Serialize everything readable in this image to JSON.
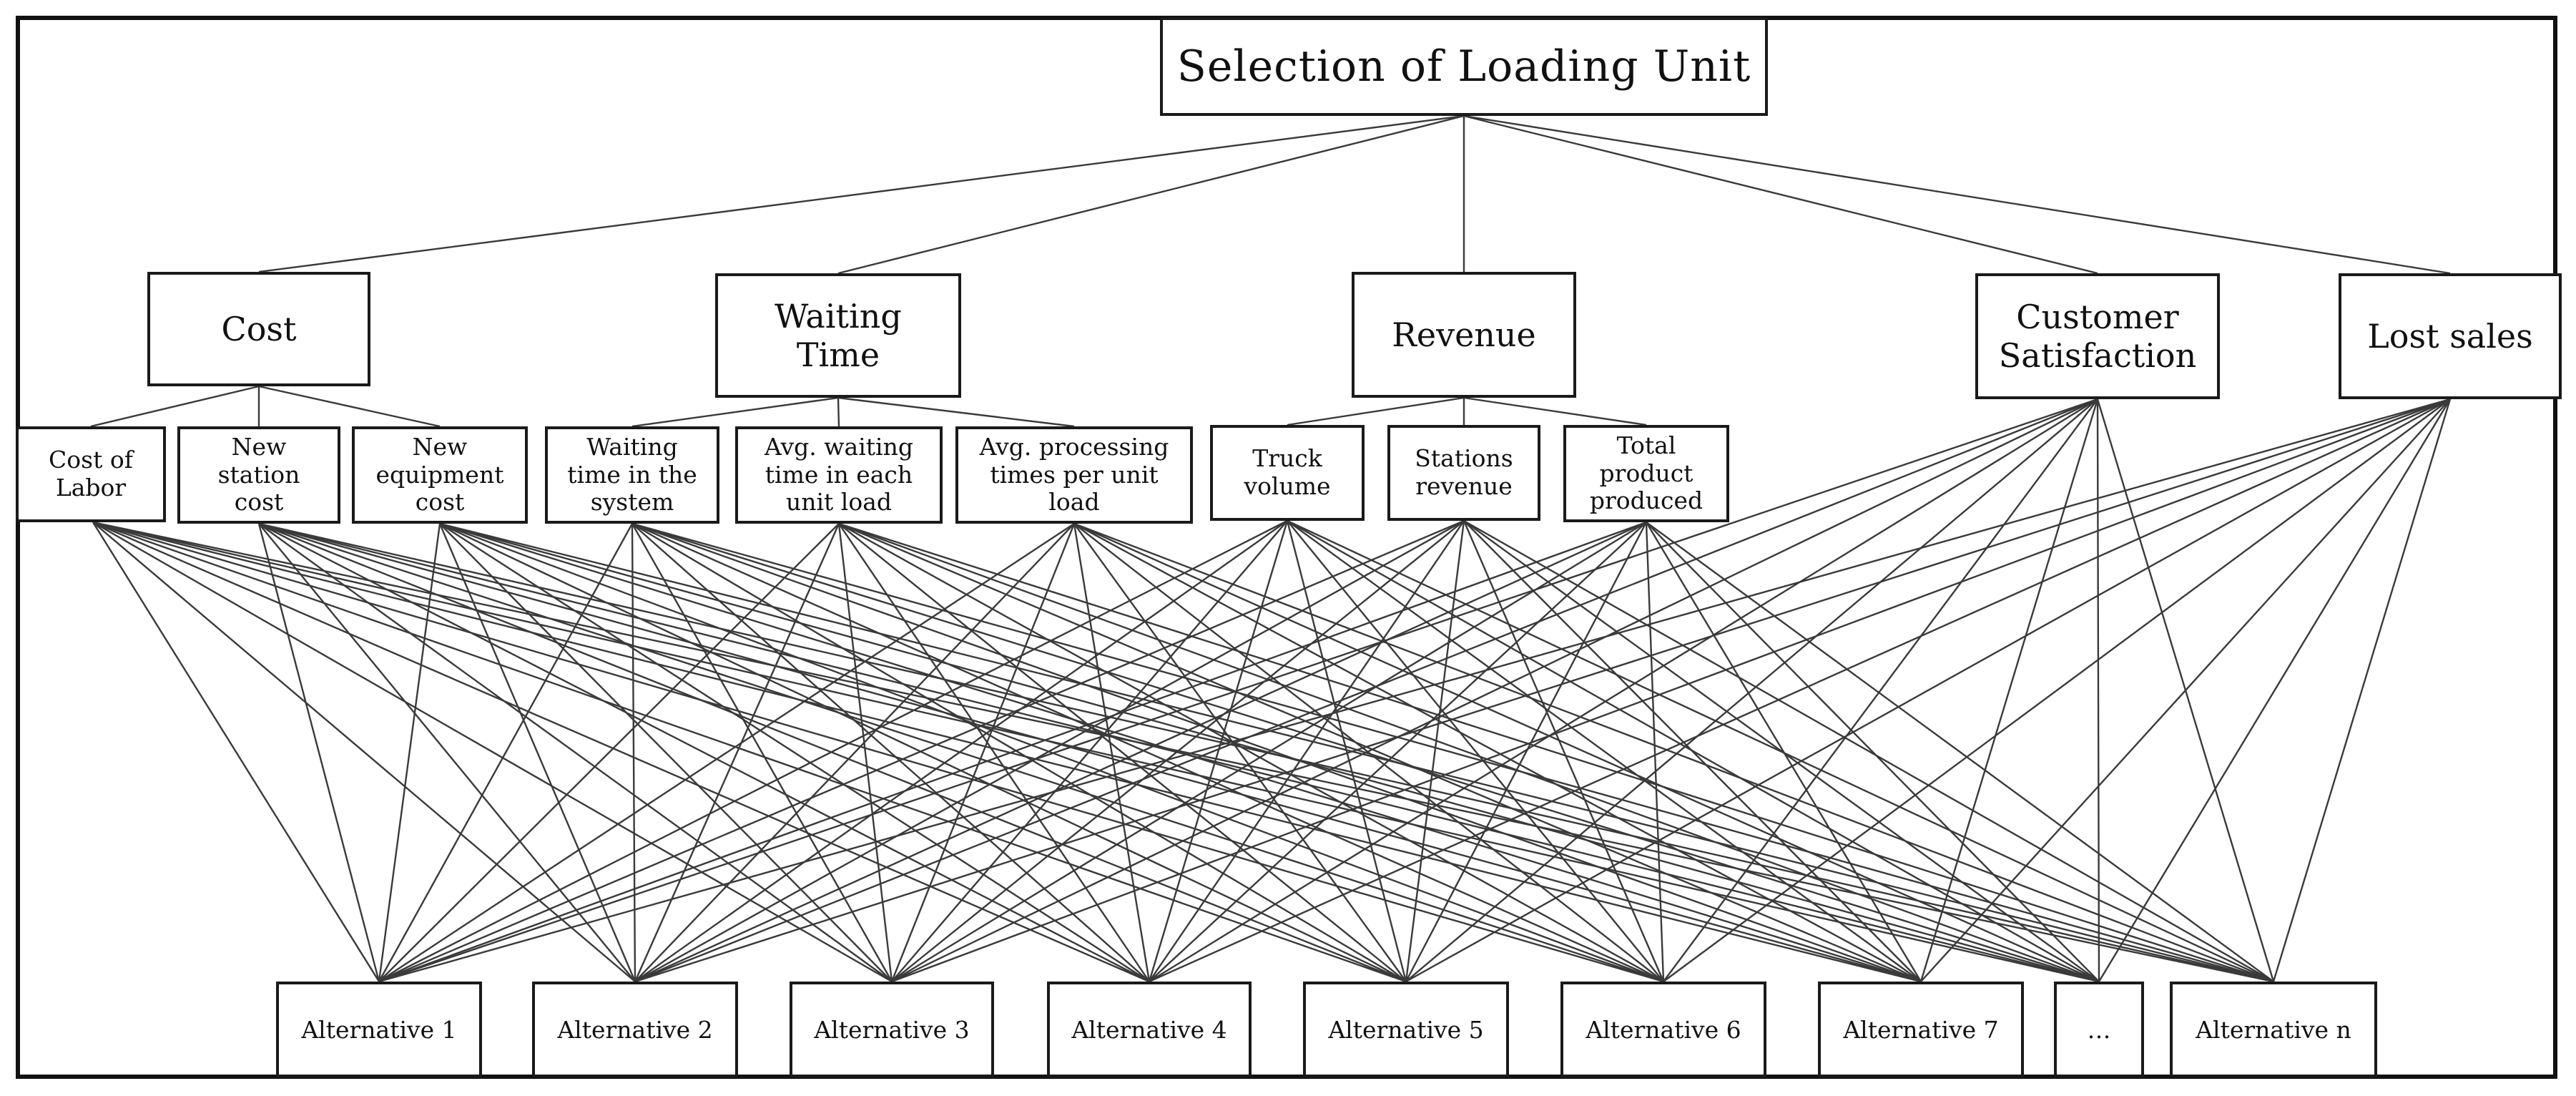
{
  "goal": "Selection of Loading Unit",
  "criteria": [
    {
      "label": "Cost"
    },
    {
      "label": "Waiting\nTime"
    },
    {
      "label": "Revenue"
    },
    {
      "label": "Customer\nSatisfaction"
    },
    {
      "label": "Lost sales"
    }
  ],
  "subcriteria": [
    {
      "label": "Cost of\nLabor"
    },
    {
      "label": "New\nstation\ncost"
    },
    {
      "label": "New\nequipment\ncost"
    },
    {
      "label": "Waiting\ntime in the\nsystem"
    },
    {
      "label": "Avg. waiting\ntime in each\nunit load"
    },
    {
      "label": "Avg. processing\ntimes per unit\nload"
    },
    {
      "label": "Truck\nvolume"
    },
    {
      "label": "Stations\nrevenue"
    },
    {
      "label": "Total\nproduct\nproduced"
    }
  ],
  "alternatives": [
    {
      "label": "Alternative 1"
    },
    {
      "label": "Alternative 2"
    },
    {
      "label": "Alternative 3"
    },
    {
      "label": "Alternative 4"
    },
    {
      "label": "Alternative 5"
    },
    {
      "label": "Alternative 6"
    },
    {
      "label": "Alternative 7"
    },
    {
      "label": "…"
    },
    {
      "label": "Alternative n"
    }
  ],
  "colors": {
    "line": "#3a3a3a",
    "border": "#1a1a1a",
    "background": "#ffffff"
  }
}
